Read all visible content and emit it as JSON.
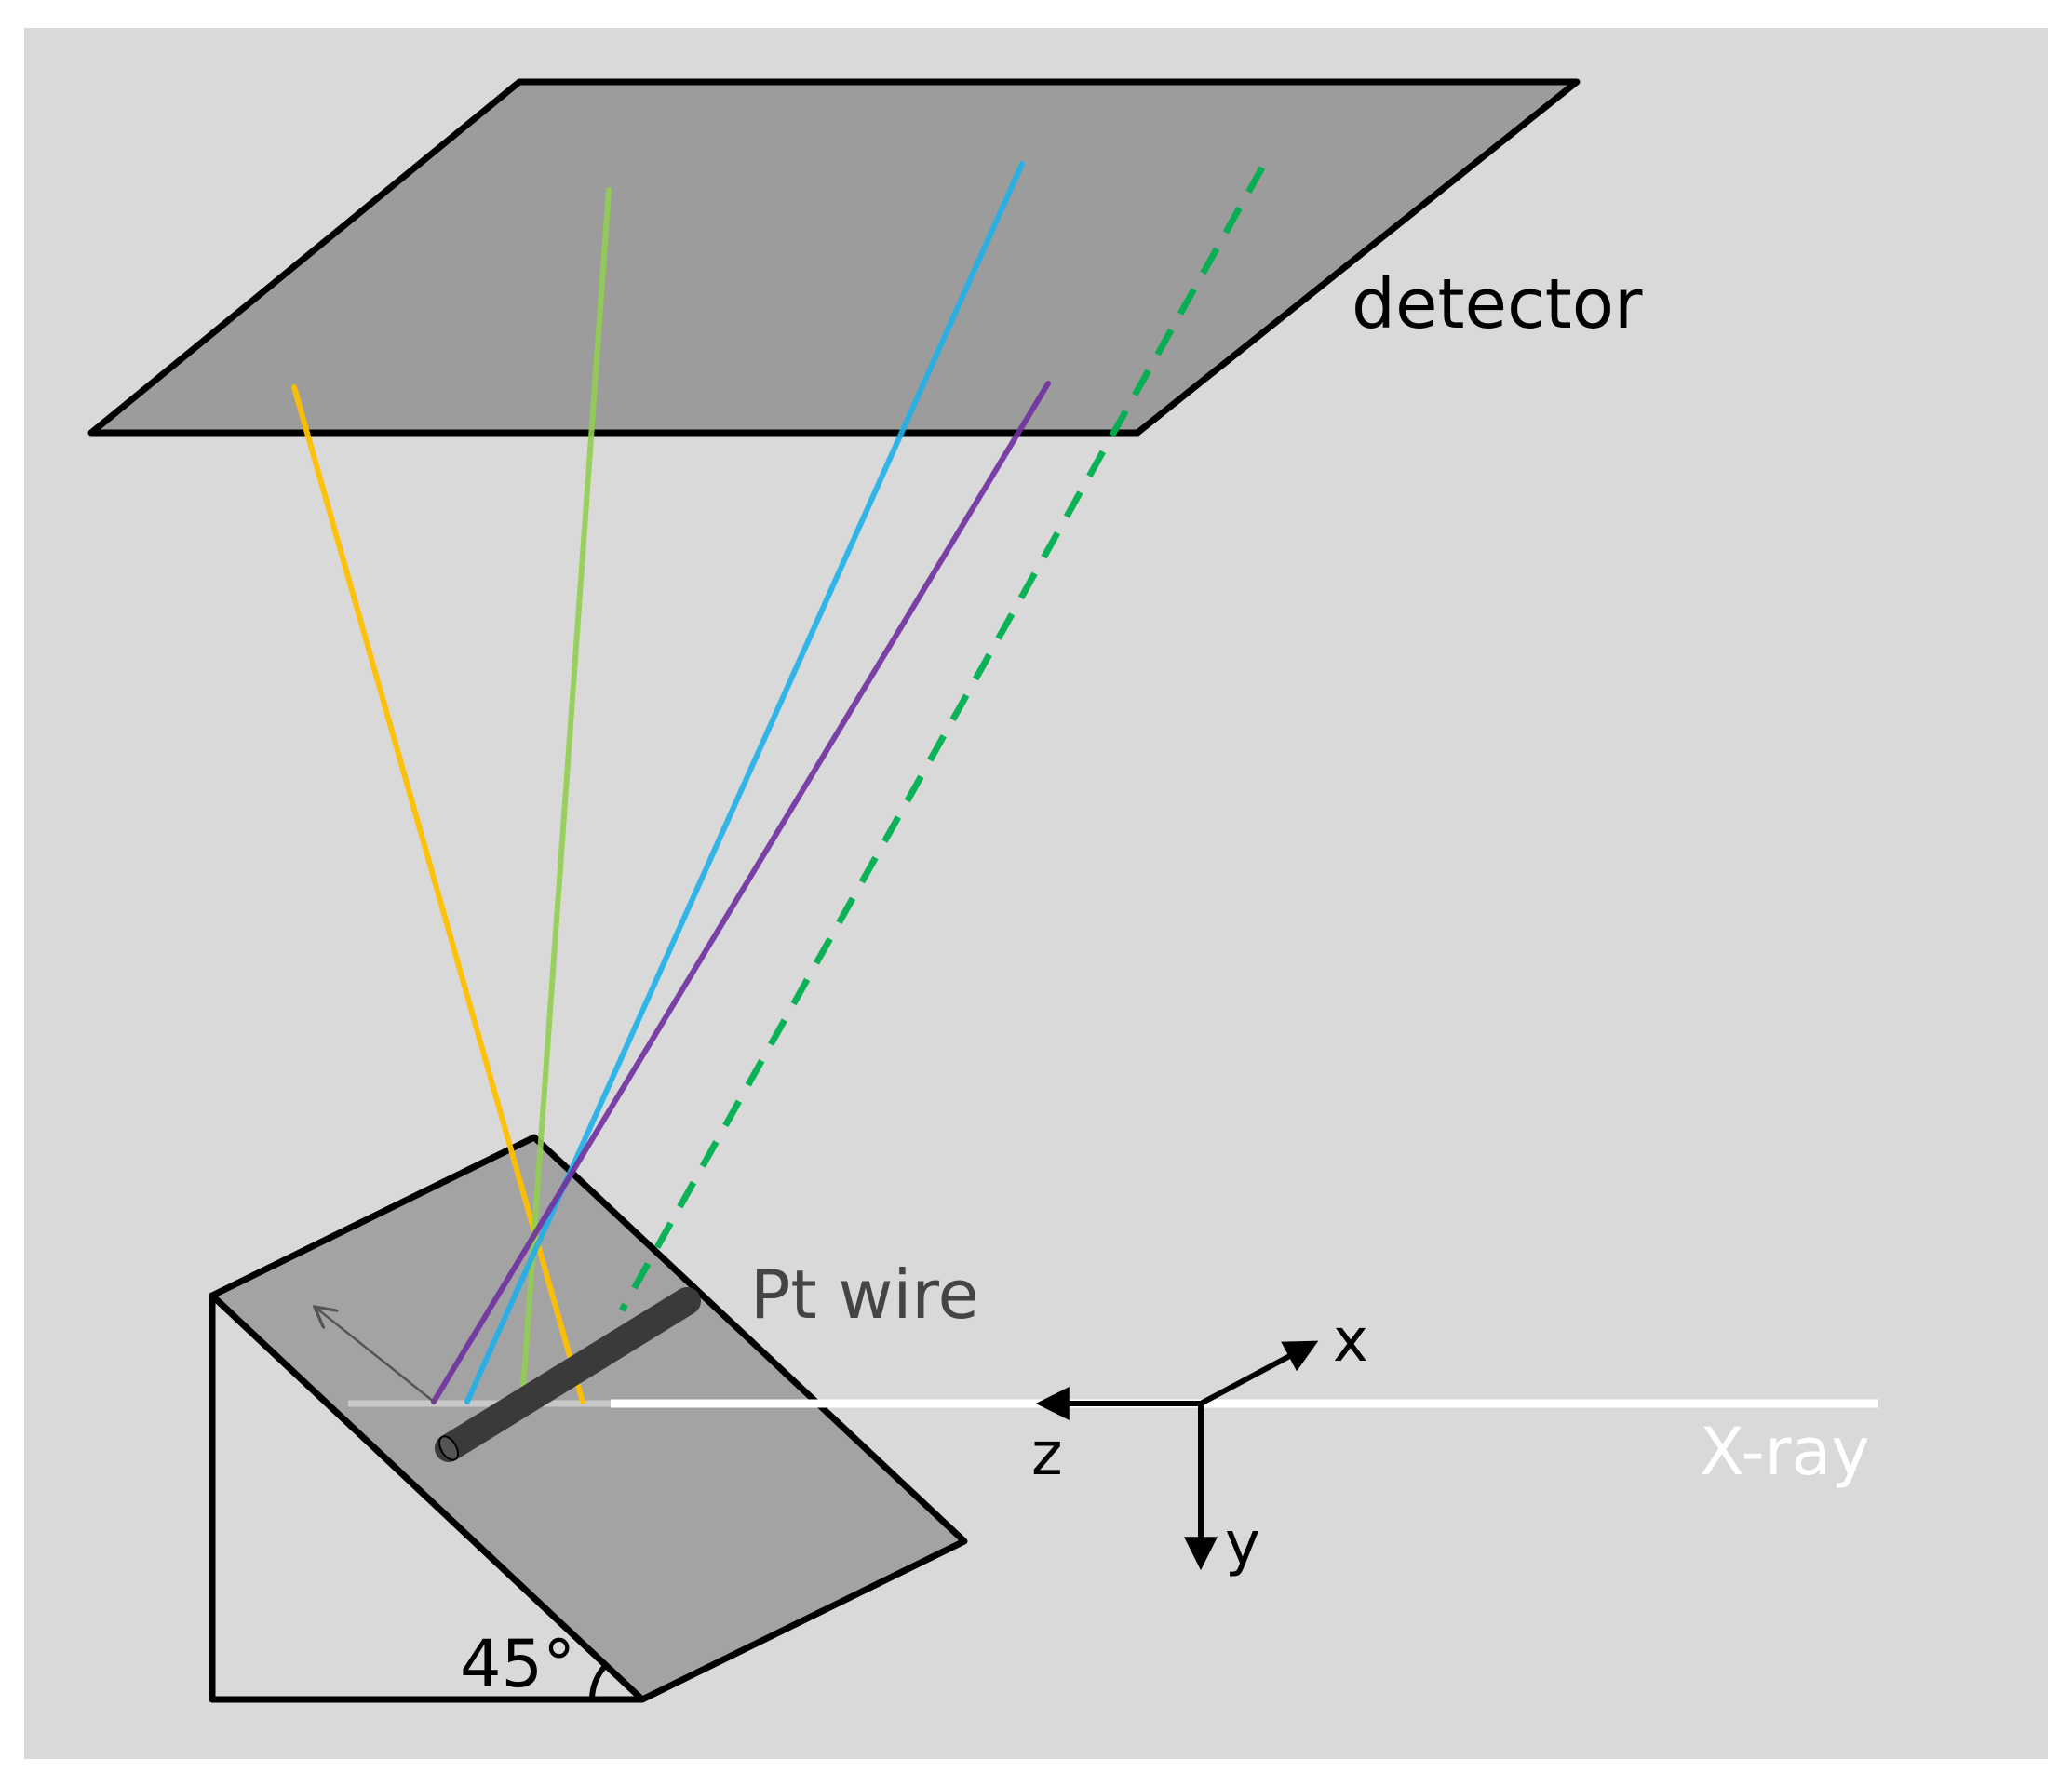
{
  "labels": {
    "detector": "detector",
    "pt_wire": "Pt wire",
    "x_axis": "x",
    "z_axis": "z",
    "y_axis": "y",
    "xray": "X-ray",
    "angle": "45°"
  },
  "colors": {
    "background": "#d9d9d9",
    "detector_fill": "#9c9c9c",
    "sample_fill": "#a3a3a3",
    "wire": "#3a3a3a",
    "beam": "#ffffff",
    "ray_yellow": "#ffc000",
    "ray_green": "#92d050",
    "ray_blue": "#1fb0ea",
    "ray_purple": "#7030a0",
    "ray_dashed_green": "#00b050",
    "outline": "#000000"
  },
  "icons": {
    "axes": "coordinate-axes-icon",
    "angle_arc": "angle-arc-icon",
    "wire_direction": "arrow-up-left-icon"
  }
}
